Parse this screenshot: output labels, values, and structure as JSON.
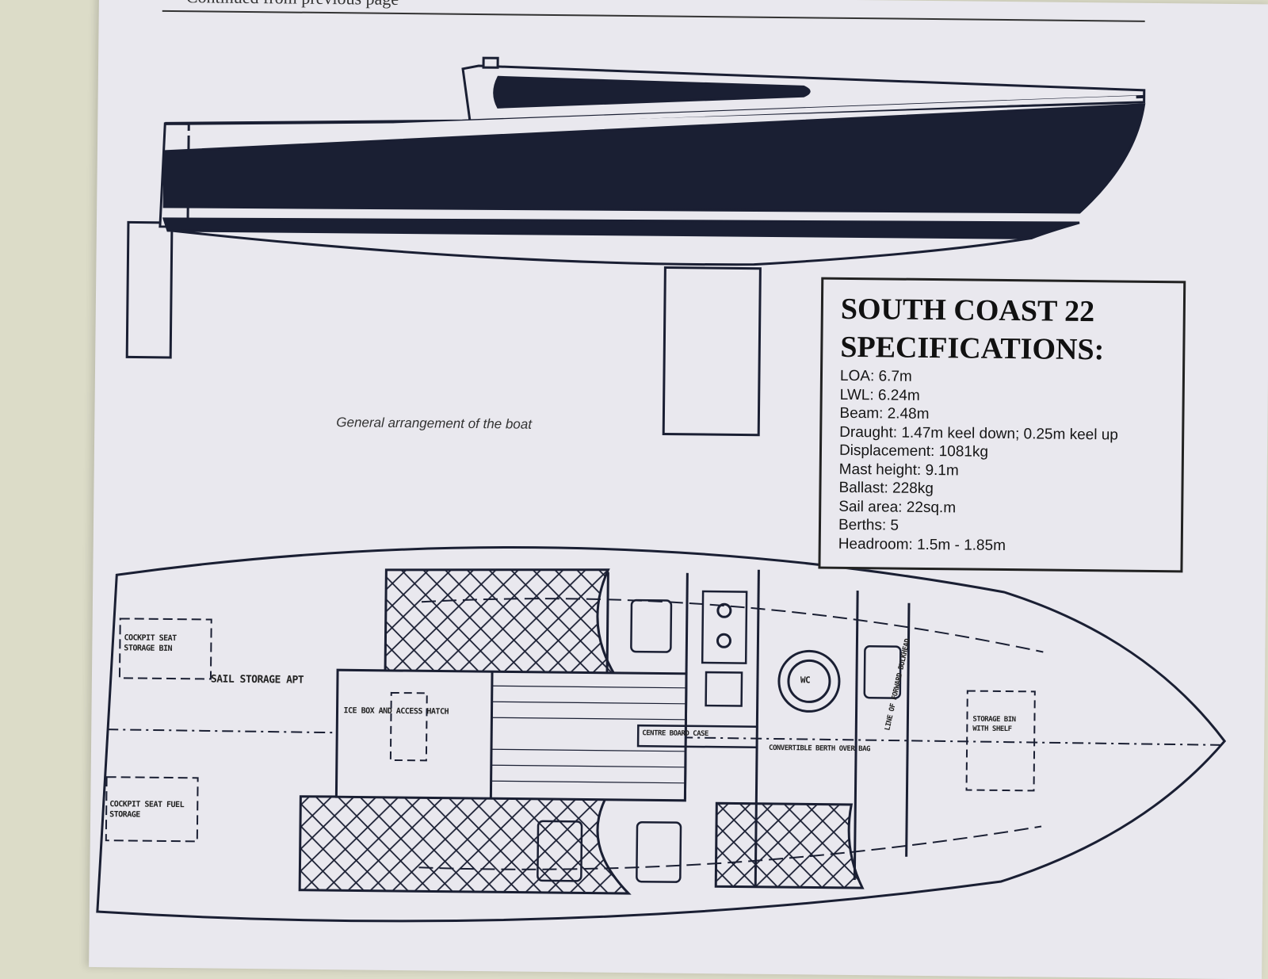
{
  "page": {
    "header_partial": "Continued from previous page",
    "caption": "General arrangement of the boat"
  },
  "specs": {
    "title_line1": "SOUTH COAST 22",
    "title_line2": "SPECIFICATIONS:",
    "items": [
      "LOA: 6.7m",
      "LWL: 6.24m",
      "Beam: 2.48m",
      "Draught: 1.47m keel down; 0.25m keel up",
      "Displacement: 1081kg",
      "Mast height: 9.1m",
      "Ballast: 228kg",
      "Sail area: 22sq.m",
      "Berths: 5",
      "Headroom: 1.5m - 1.85m"
    ]
  },
  "plan_labels": {
    "cockpit_seat_storage": "COCKPIT SEAT STORAGE BIN",
    "sail_storage": "SAIL STORAGE APT",
    "cockpit_seat_fuel": "COCKPIT SEAT FUEL STORAGE",
    "ice_box": "ICE BOX AND ACCESS HATCH",
    "centre_board_case": "CENTRE BOARD CASE",
    "convertible_berth": "CONVERTIBLE BERTH OVER BAG",
    "wc": "WC",
    "forward_bulkhead": "LINE OF FORWARD BULKHEAD",
    "storage_shelf": "STORAGE BIN WITH SHELF"
  },
  "colors": {
    "paper": "#e9e8ee",
    "ink": "#1a1f33",
    "background": "#dcdcc8"
  }
}
